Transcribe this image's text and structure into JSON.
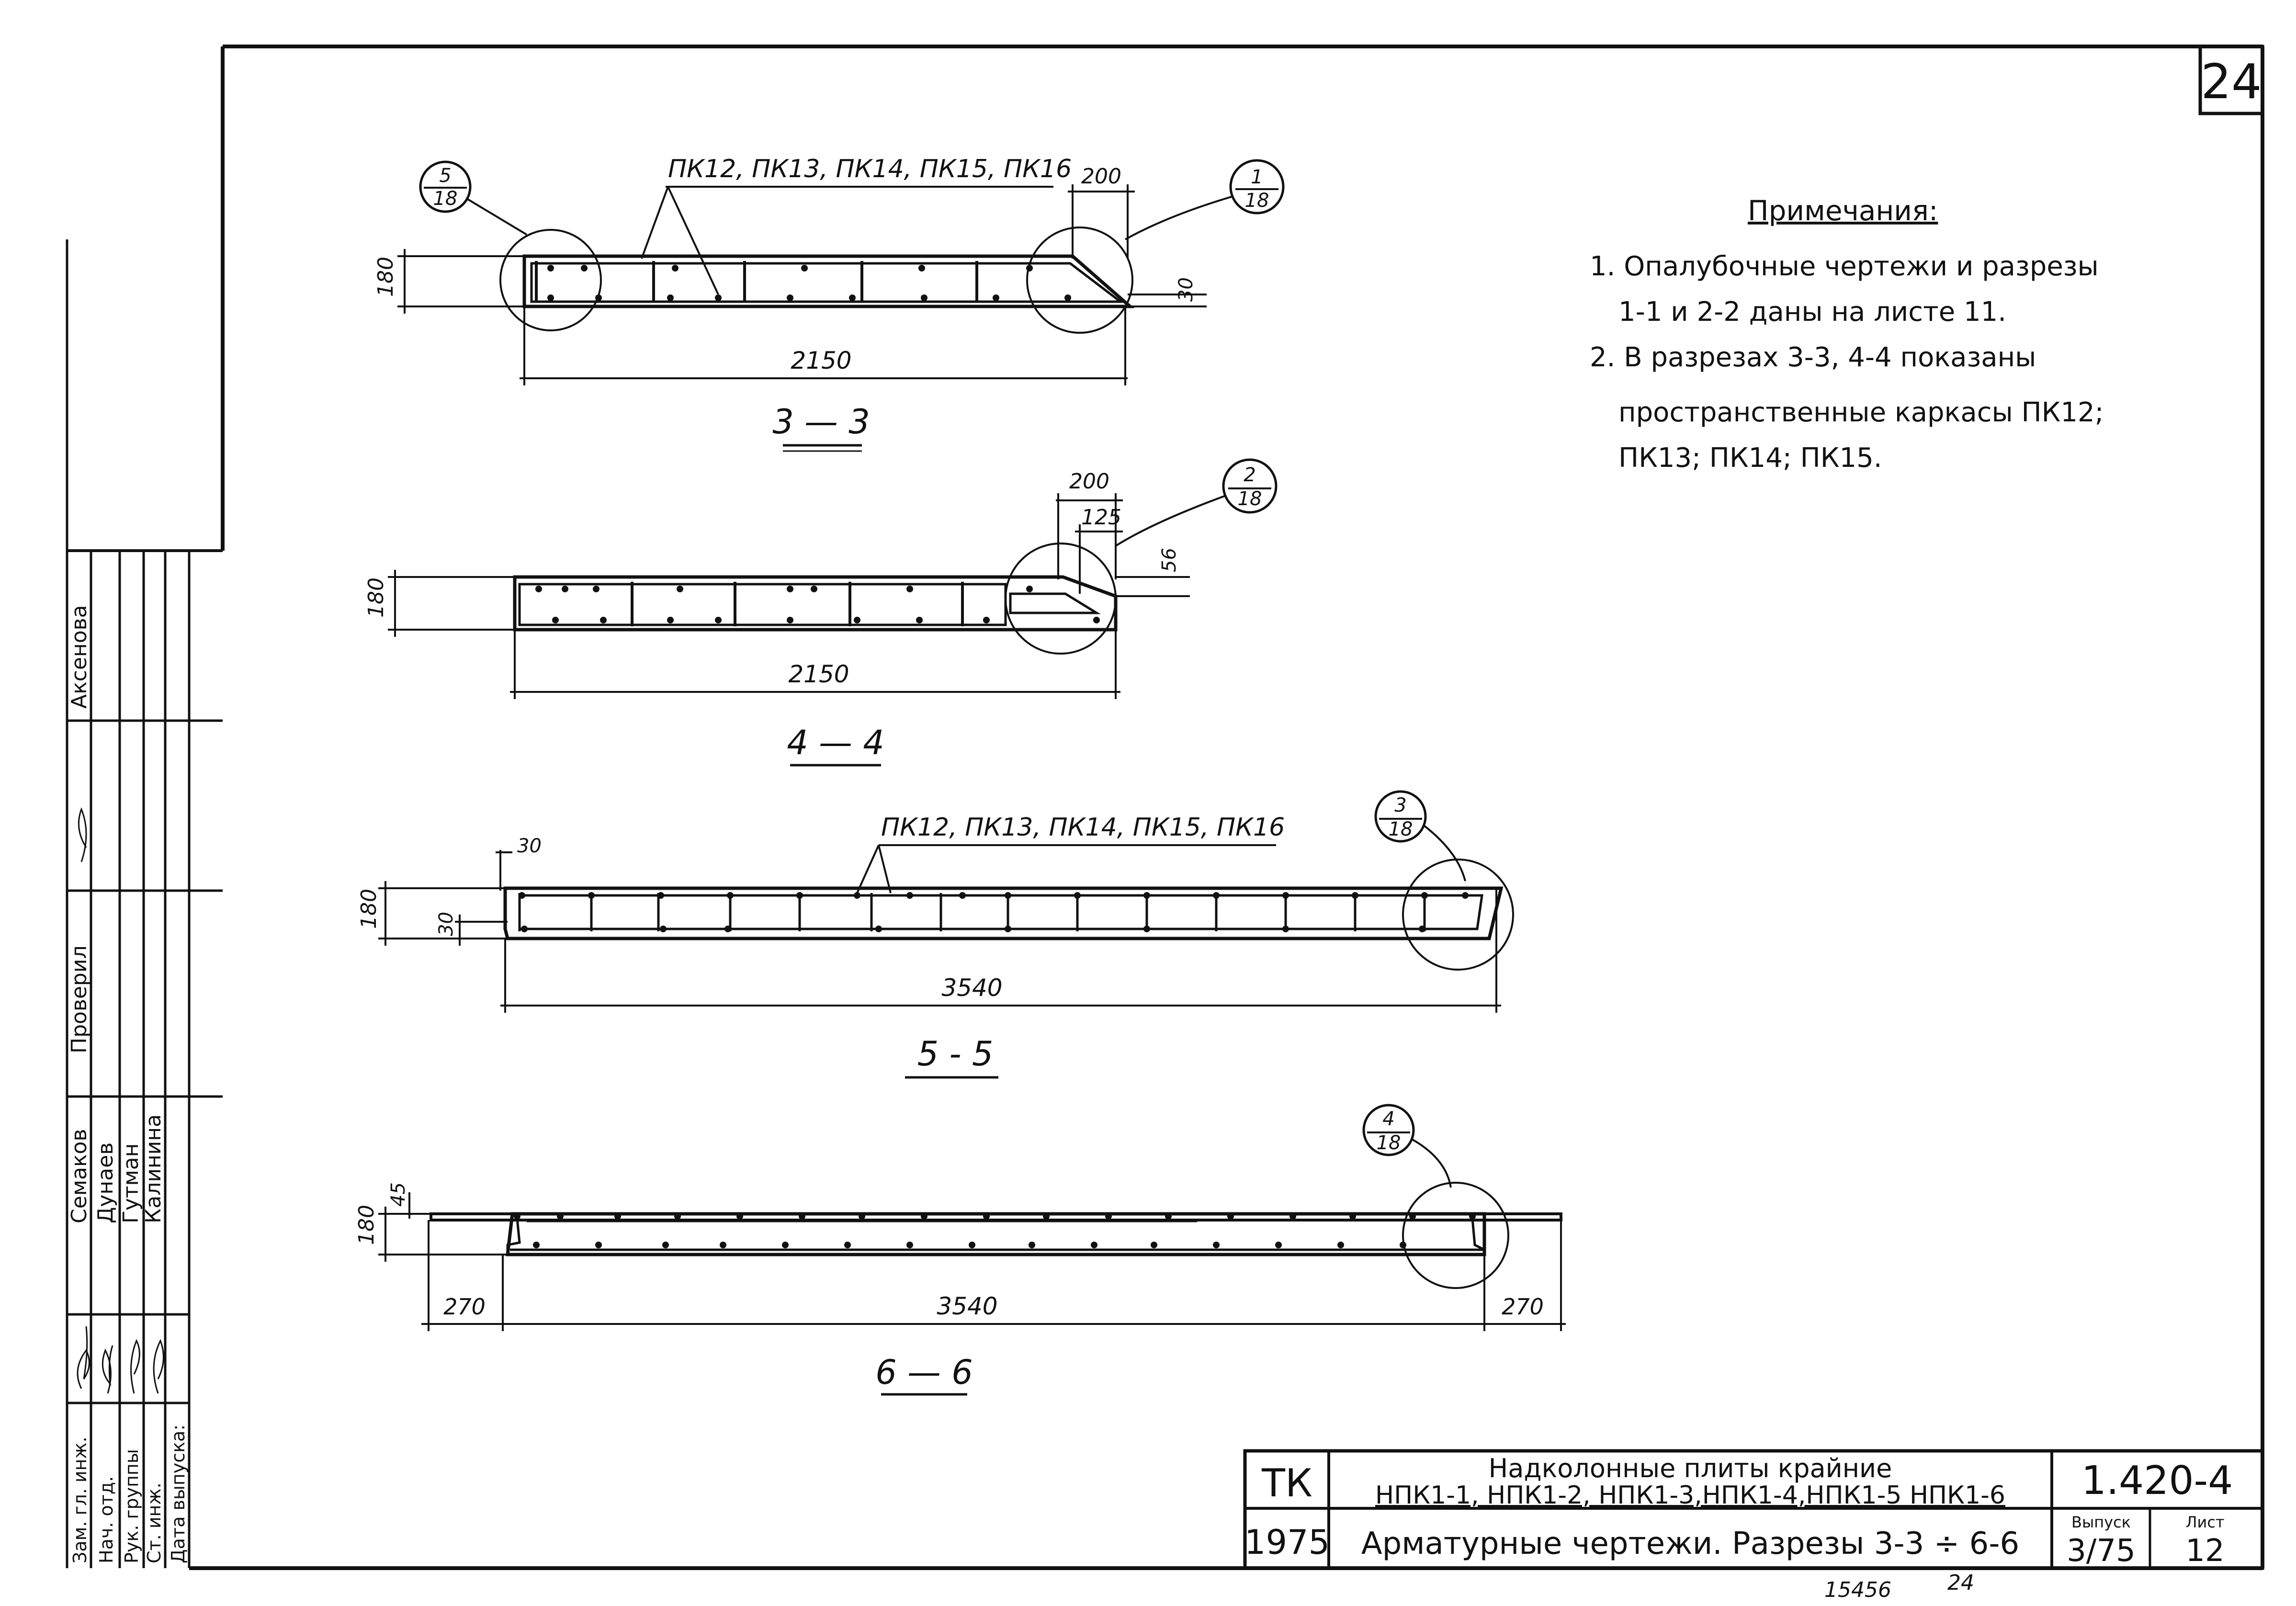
{
  "sheet_number": "24",
  "notes": {
    "heading": "Примечания:",
    "lines": [
      "1. Опалубочные     чертежи    и разрезы",
      "1-1 и 2-2 даны на листе 11.",
      "2. В разрезах 3-3, 4-4 показаны",
      "пространственные каркасы ПК12;",
      "ПК13;   ПК14;   ПК15."
    ]
  },
  "sections": [
    {
      "title": "3 — 3",
      "leader_label": "ПК12, ПК13, ПК14, ПК15, ПК16",
      "length": "2150",
      "height": "180",
      "end_dim": "200",
      "small_dim": "30",
      "callouts": [
        {
          "num": "5",
          "den": "18"
        },
        {
          "num": "1",
          "den": "18"
        }
      ]
    },
    {
      "title": "4 — 4",
      "length": "2150",
      "height": "180",
      "end_dim": "200",
      "inner_dim": "125",
      "small_dim": "56",
      "callouts": [
        {
          "num": "2",
          "den": "18"
        }
      ]
    },
    {
      "title": "5 - 5",
      "leader_label": "ПК12, ПК13, ПК14, ПК15, ПК16",
      "length": "3540",
      "height": "180",
      "top_dim": "30",
      "side_dim": "30",
      "callouts": [
        {
          "num": "3",
          "den": "18"
        }
      ]
    },
    {
      "title": "6 — 6",
      "length": "3540",
      "height": "180",
      "top_dim": "45",
      "left_ext": "270",
      "right_ext": "270",
      "callouts": [
        {
          "num": "4",
          "den": "18"
        }
      ]
    }
  ],
  "side_stamp": {
    "roles": [
      "Зам. гл. инж.",
      "Нач. отд.",
      "Рук. группы",
      "Ст. инж.",
      "Дата выпуска:"
    ],
    "names": [
      "Семаков",
      "Дунаев",
      "Гутман",
      "Калинина"
    ],
    "checked_label": "Проверил",
    "checked_name": "Аксенова"
  },
  "title_block": {
    "org": "ТК",
    "year": "1975",
    "title_line1": "Надколонные плиты крайние",
    "title_line2": "НПК1-1, НПК1-2, НПК1-3,НПК1-4,НПК1-5 НПК1-6",
    "subtitle": "Арматурные чертежи. Разрезы 3-3 ÷ 6-6",
    "series": "1.420-4",
    "issue_label": "Выпуск",
    "issue": "3/75",
    "sheet_label": "Лист",
    "sheet": "12"
  },
  "footer": {
    "archive": "15456",
    "page": "24"
  }
}
